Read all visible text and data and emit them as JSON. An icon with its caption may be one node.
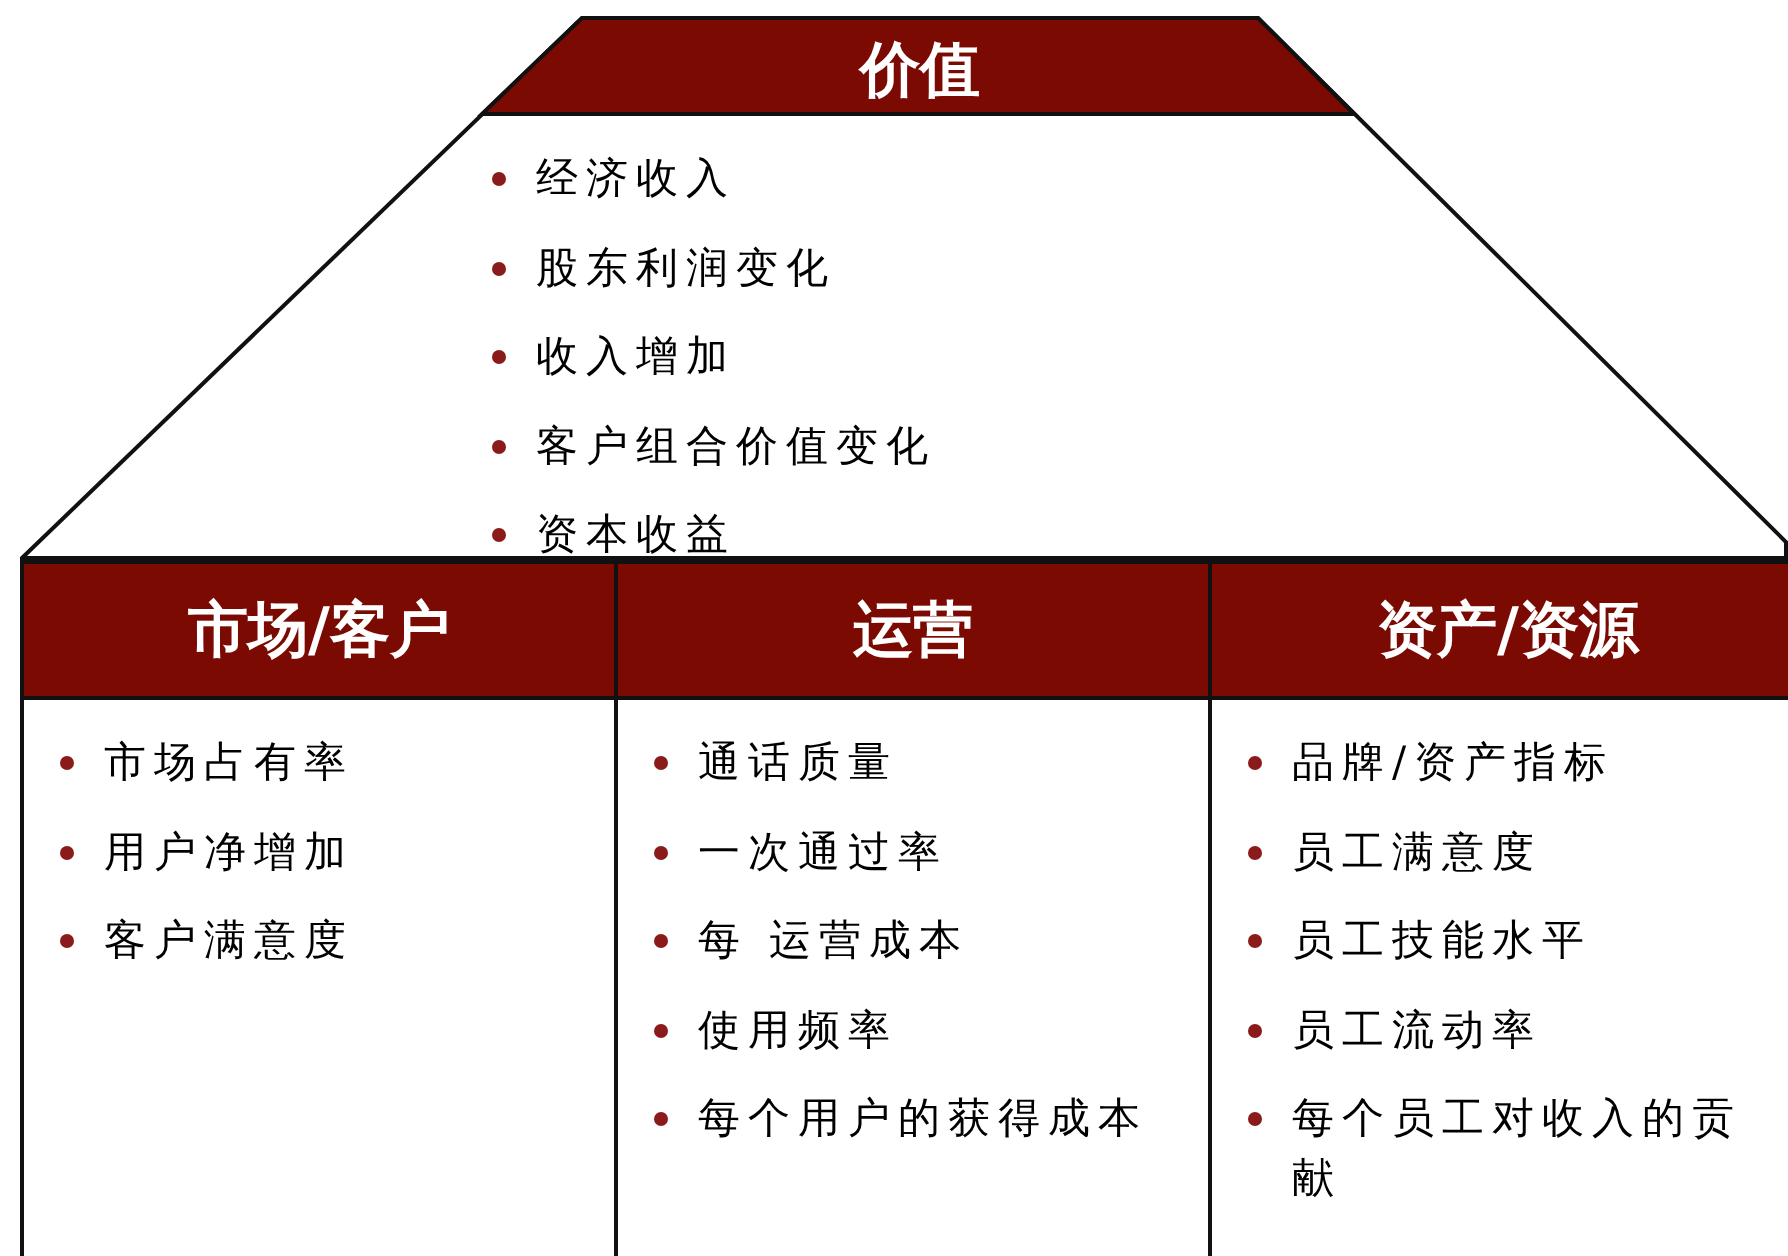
{
  "diagram": {
    "nodes": [
      {
        "text": [
          "价值",
          "经济收入",
          "股东利润变化",
          "收入增加",
          "客户组合价值变化",
          "资本收益"
        ]
      },
      {
        "text": [
          "市场/客户",
          "市场占有率",
          "用户净增加",
          "客户满意度"
        ]
      },
      {
        "text": [
          "运营",
          "通话质量",
          "一次通过率",
          "每 运营成本",
          "使用频率",
          "每个用户的获得成本"
        ]
      },
      {
        "text": [
          "资产/资源",
          "品牌/资产指标",
          "员工满意度",
          "员工技能水平",
          "员工流动率",
          "每个员工对收入的贡献"
        ]
      }
    ]
  }
}
